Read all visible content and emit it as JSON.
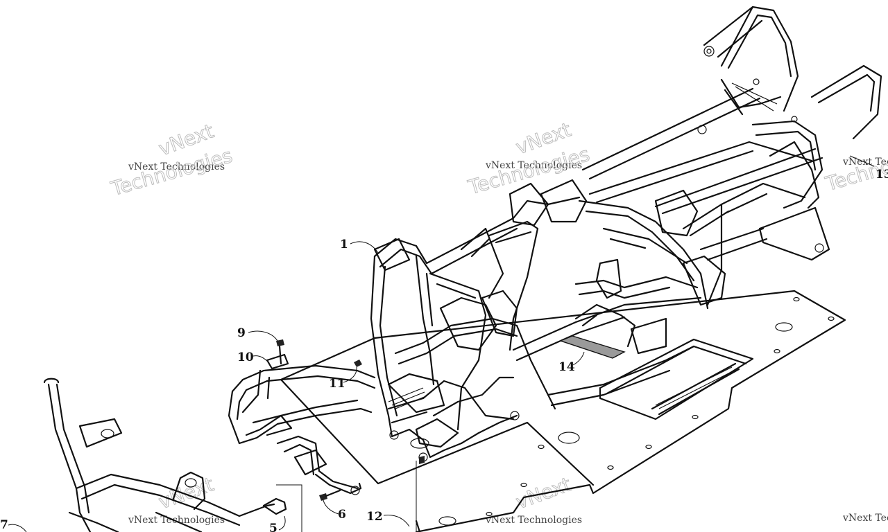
{
  "diagram": {
    "callouts": [
      {
        "id": "c1",
        "label": "1"
      },
      {
        "id": "c5",
        "label": "5"
      },
      {
        "id": "c6",
        "label": "6"
      },
      {
        "id": "c7",
        "label": "7"
      },
      {
        "id": "c9",
        "label": "9"
      },
      {
        "id": "c10",
        "label": "10"
      },
      {
        "id": "c11",
        "label": "11"
      },
      {
        "id": "c12",
        "label": "12"
      },
      {
        "id": "c13",
        "label": "13"
      },
      {
        "id": "c14",
        "label": "14"
      }
    ]
  },
  "watermark": {
    "line_small": "vNext Technologies",
    "line_big_1": "vNext",
    "line_big_2": "Technologies"
  },
  "colors": {
    "ink": "#111111",
    "watermark": "#bdbdbd",
    "background": "#ffffff"
  }
}
